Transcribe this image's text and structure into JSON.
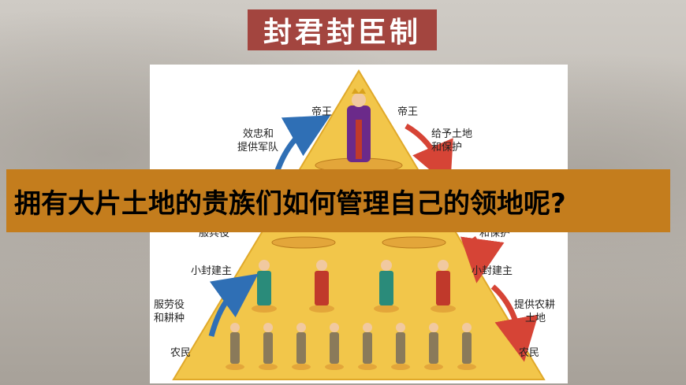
{
  "title": "封君封臣制",
  "question": "拥有大片土地的贵族们如何管理自己的领地呢?",
  "diagram": {
    "left": {
      "king": "帝王",
      "loyalty": [
        "效忠和",
        "提供军队"
      ],
      "partial_hidden": "服兵役",
      "small_lord": "小封建主",
      "labor": [
        "服劳役",
        "和耕种"
      ],
      "peasant": "农民"
    },
    "right": {
      "king": "帝王",
      "grant": [
        "给予土地",
        "和保护"
      ],
      "partial_hidden": "和保护",
      "small_lord": "小封建主",
      "provide": [
        "提供农耕",
        "土地"
      ],
      "peasant": "农民"
    }
  },
  "colors": {
    "title_bg": "#a3453f",
    "banner_bg": "#c47d1d",
    "pyramid": "#f2c64a",
    "arrow_left": "#2f6fb5",
    "arrow_right": "#d64436"
  }
}
